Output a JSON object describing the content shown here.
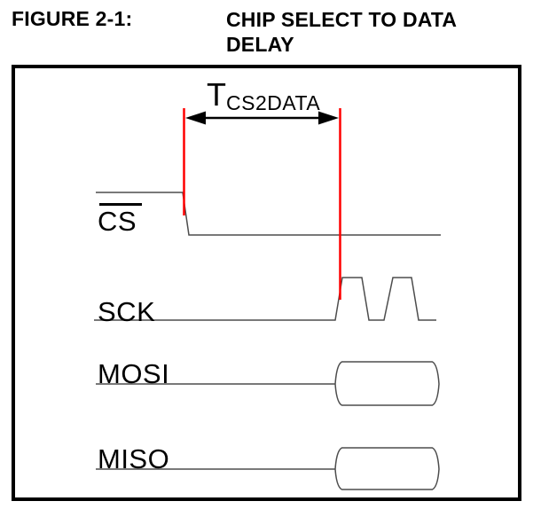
{
  "figure": {
    "label": "FIGURE 2-1:",
    "title": "CHIP SELECT TO DATA DELAY"
  },
  "diagram": {
    "timing_label": {
      "symbol": "T",
      "subscript": "CS2DATA"
    },
    "signals": [
      {
        "name": "CS",
        "overline": true,
        "description": "chip-select waveform, high then falling low at first marker"
      },
      {
        "name": "SCK",
        "overline": false,
        "description": "clock waveform, low then two trapezoid pulses after second marker"
      },
      {
        "name": "MOSI",
        "overline": false,
        "description": "data bus waveform, idle line then data-valid bus shape"
      },
      {
        "name": "MISO",
        "overline": false,
        "description": "data bus waveform, idle line then data-valid bus shape"
      }
    ],
    "colors": {
      "marker_red": "#ff0000",
      "signal_gray": "#4d4d4d",
      "border_black": "#000000"
    }
  }
}
